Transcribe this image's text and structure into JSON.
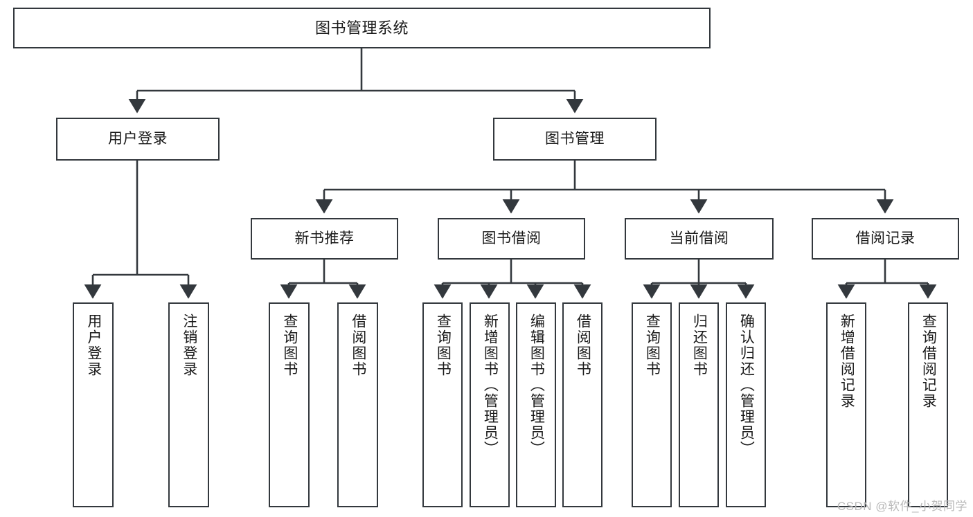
{
  "diagram": {
    "title": "图书管理系统",
    "type": "tree-hierarchy",
    "colors": {
      "box_border": "#33383d",
      "box_fill": "#ffffff",
      "edge": "#33383d",
      "text": "#1a1a1a",
      "watermark": "#b9b9b9"
    },
    "watermark": "CSDN @软件_小贺同学",
    "nodes": {
      "root": {
        "label": "图书管理系统"
      },
      "level2": [
        {
          "label": "用户登录"
        },
        {
          "label": "图书管理"
        }
      ],
      "level3": [
        {
          "label": "新书推荐"
        },
        {
          "label": "图书借阅"
        },
        {
          "label": "当前借阅"
        },
        {
          "label": "借阅记录"
        }
      ],
      "leaves_user_login": [
        {
          "label": "用户登录"
        },
        {
          "label": "注销登录"
        }
      ],
      "leaves_new_book": [
        {
          "label": "查询图书"
        },
        {
          "label": "借阅图书"
        }
      ],
      "leaves_borrow": [
        {
          "label": "查询图书"
        },
        {
          "label": "新增图书（管理员）"
        },
        {
          "label": "编辑图书（管理员）"
        },
        {
          "label": "借阅图书"
        }
      ],
      "leaves_current": [
        {
          "label": "查询图书"
        },
        {
          "label": "归还图书"
        },
        {
          "label": "确认归还（管理员）"
        }
      ],
      "leaves_records": [
        {
          "label": "新增借阅记录"
        },
        {
          "label": "查询借阅记录"
        }
      ]
    }
  }
}
